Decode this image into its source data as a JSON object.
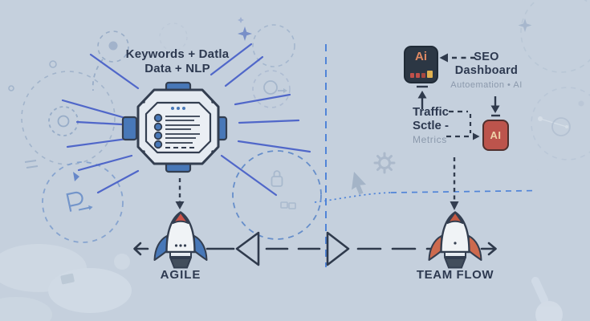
{
  "background_color": "#c5d0dd",
  "device": {
    "caption_line1": "Keywords + Datla",
    "caption_line2": "Data + NLP"
  },
  "seo_dashboard": {
    "icon_label": "Ai",
    "title_line1": "SEO",
    "title_line2": "Dashboard",
    "subtitle": "Autoemation • AI"
  },
  "traffic_metrics": {
    "line1": "Traffic",
    "line2": "Sctle -",
    "line3": "Metrics",
    "icon_label": "AI"
  },
  "timeline": {
    "left_label": "AGILE",
    "right_label": "TEAM FLOW"
  },
  "colors": {
    "background": "#c5d0dd",
    "dark_navy": "#2f3a4c",
    "accent_blue": "#4878b8",
    "ray_blue": "#4a62c8",
    "dashed_blue": "#4a80d8",
    "panel_dark": "#2c3744",
    "ai_orange": "#e08a64",
    "brick_red": "#bc544c",
    "cream_text": "#eed3a9",
    "muted_text": "#8b99ac",
    "yellow_bar": "#e0b150"
  }
}
